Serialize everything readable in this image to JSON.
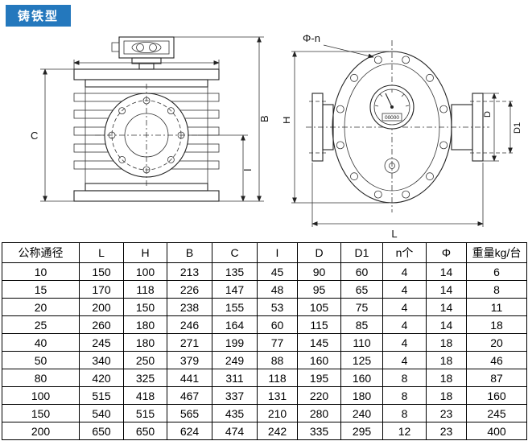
{
  "badge": {
    "label": "铸铁型"
  },
  "colors": {
    "badge_bg": "#2478bd",
    "badge_text": "#ffffff",
    "line": "#222222",
    "table_border": "#000000"
  },
  "drawings": {
    "side_view": {
      "dims": {
        "C": "C",
        "B": "B",
        "I": "I"
      }
    },
    "front_view": {
      "dims": {
        "bolt_spec": "Φ-n",
        "H": "H",
        "D": "D",
        "D1": "D1",
        "L": "L"
      },
      "odometer": "00000"
    }
  },
  "table": {
    "headers": [
      "公称通径",
      "L",
      "H",
      "B",
      "C",
      "I",
      "D",
      "D1",
      "n个",
      "Φ",
      "重量kg/台"
    ],
    "rows": [
      [
        "10",
        "150",
        "100",
        "213",
        "135",
        "45",
        "90",
        "60",
        "4",
        "14",
        "6"
      ],
      [
        "15",
        "170",
        "118",
        "226",
        "147",
        "48",
        "95",
        "65",
        "4",
        "14",
        "8"
      ],
      [
        "20",
        "200",
        "150",
        "238",
        "155",
        "53",
        "105",
        "75",
        "4",
        "14",
        "11"
      ],
      [
        "25",
        "260",
        "180",
        "246",
        "164",
        "60",
        "115",
        "85",
        "4",
        "14",
        "18"
      ],
      [
        "40",
        "245",
        "180",
        "271",
        "199",
        "77",
        "145",
        "110",
        "4",
        "18",
        "20"
      ],
      [
        "50",
        "340",
        "250",
        "379",
        "249",
        "88",
        "160",
        "125",
        "4",
        "18",
        "46"
      ],
      [
        "80",
        "420",
        "325",
        "441",
        "311",
        "118",
        "195",
        "160",
        "8",
        "18",
        "87"
      ],
      [
        "100",
        "515",
        "418",
        "467",
        "337",
        "131",
        "220",
        "180",
        "8",
        "18",
        "160"
      ],
      [
        "150",
        "540",
        "515",
        "565",
        "435",
        "210",
        "280",
        "240",
        "8",
        "23",
        "245"
      ],
      [
        "200",
        "650",
        "650",
        "624",
        "474",
        "242",
        "335",
        "295",
        "12",
        "23",
        "400"
      ]
    ]
  }
}
